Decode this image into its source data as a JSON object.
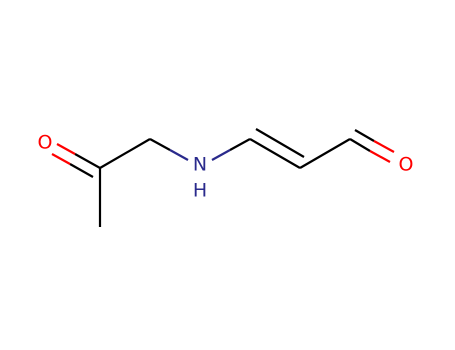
{
  "molecule": {
    "atoms": [
      {
        "id": "o_ketone",
        "symbol": "O",
        "color": "#ff0000"
      },
      {
        "id": "n_amine",
        "symbol": "N",
        "color": "#2a2a8c"
      },
      {
        "id": "h_amine",
        "symbol": "H",
        "color": "#2a2a8c"
      },
      {
        "id": "o_aldehyde",
        "symbol": "O",
        "color": "#ff0000"
      }
    ],
    "bond_color": "#000000"
  }
}
